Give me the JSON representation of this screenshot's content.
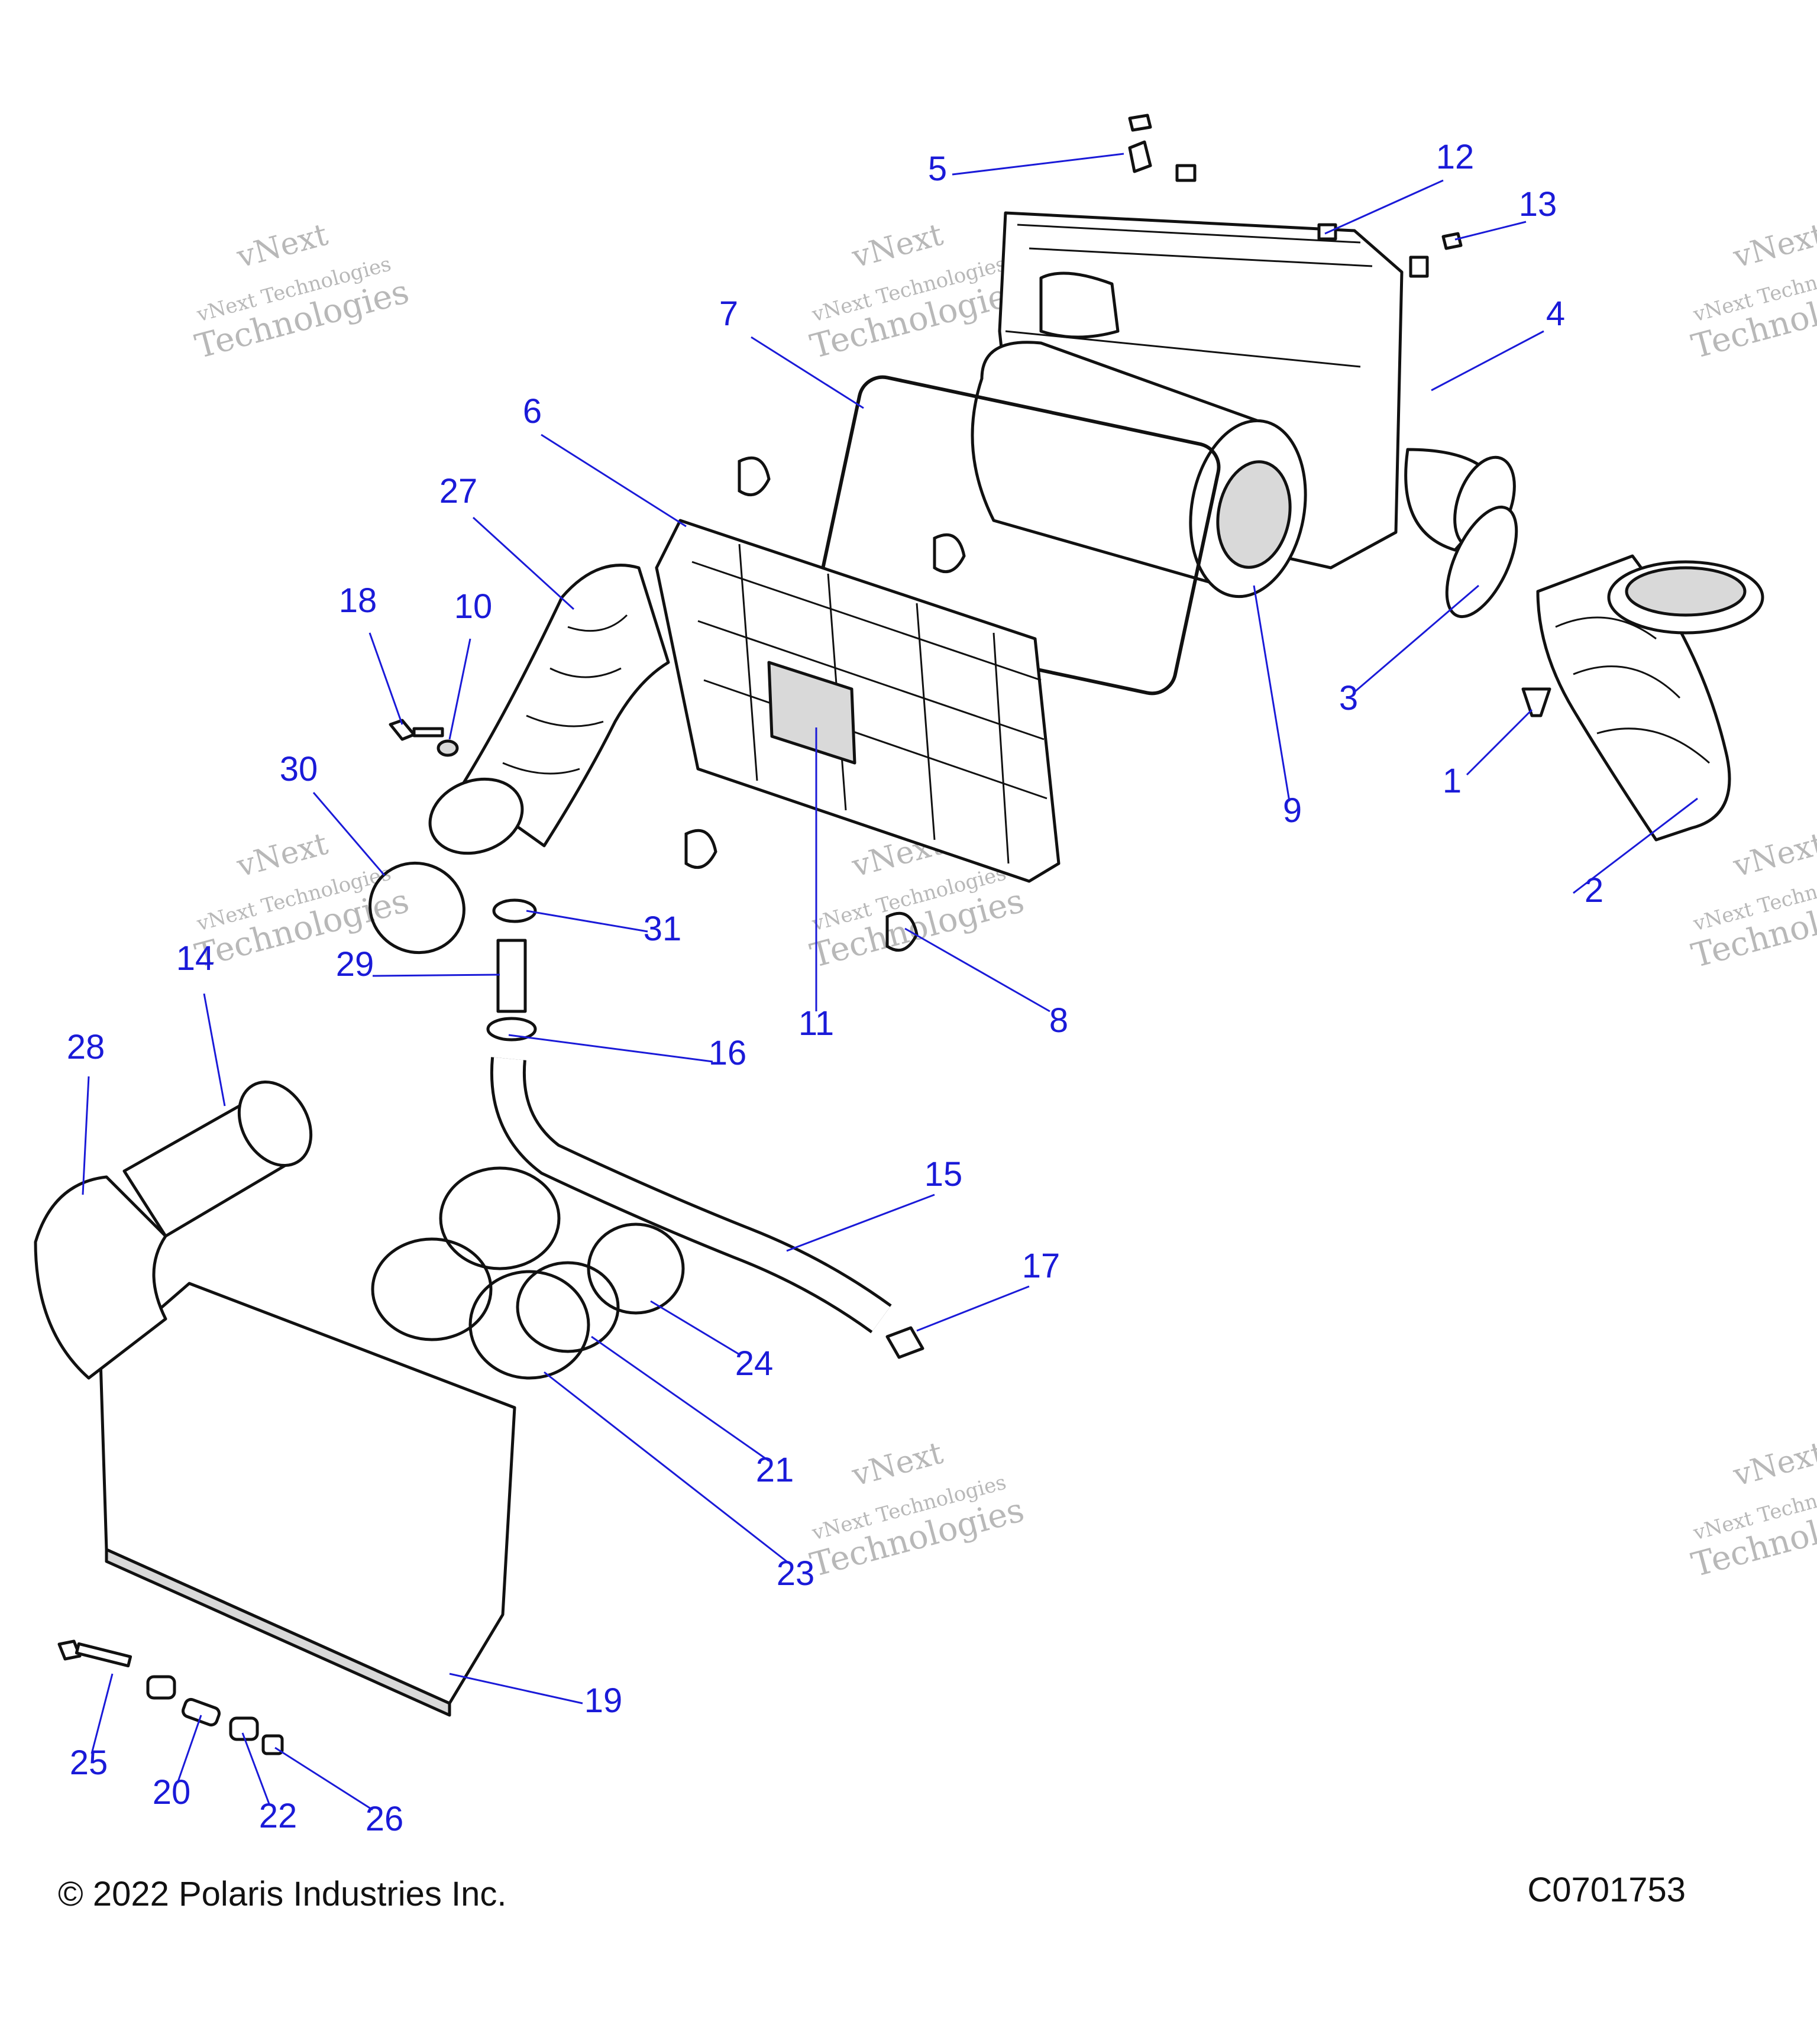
{
  "diagram": {
    "callouts": [
      "1",
      "2",
      "3",
      "4",
      "5",
      "6",
      "7",
      "8",
      "9",
      "10",
      "11",
      "12",
      "13",
      "14",
      "15",
      "16",
      "17",
      "18",
      "19",
      "20",
      "21",
      "22",
      "23",
      "24",
      "25",
      "26",
      "27",
      "28",
      "29",
      "30",
      "31"
    ],
    "watermark": {
      "line1": "vNext",
      "line2": "vNext Technologies",
      "line3": "Technologies"
    }
  },
  "footer": {
    "copyright": "© 2022 Polaris Industries Inc.",
    "code": "C0701753"
  },
  "colors": {
    "callout": "#1a1ad8",
    "line": "#111111",
    "watermark": "#b8b8b8"
  }
}
